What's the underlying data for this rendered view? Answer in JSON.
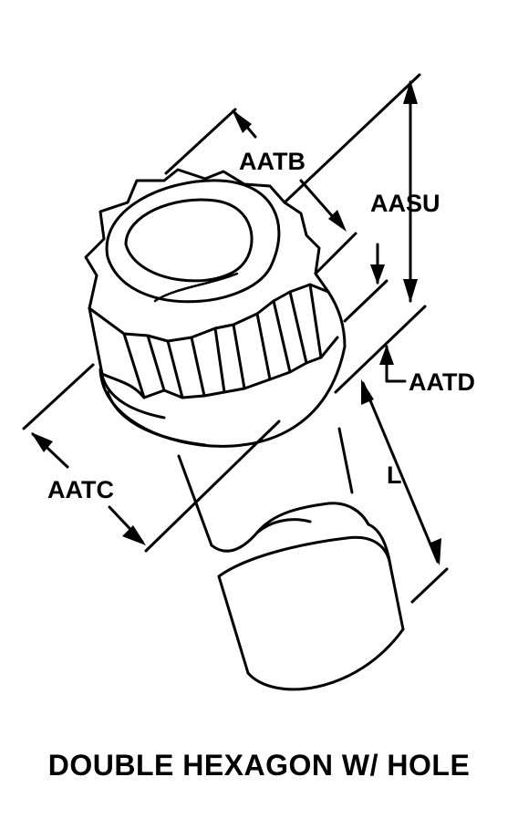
{
  "diagram": {
    "title": "DOUBLE HEXAGON W/ HOLE",
    "labels": {
      "aatb": "AATB",
      "aasu": "AASU",
      "aatd": "AATD",
      "aatc": "AATC",
      "l": "L"
    },
    "colors": {
      "ink": "#000000",
      "background": "#ffffff"
    }
  }
}
